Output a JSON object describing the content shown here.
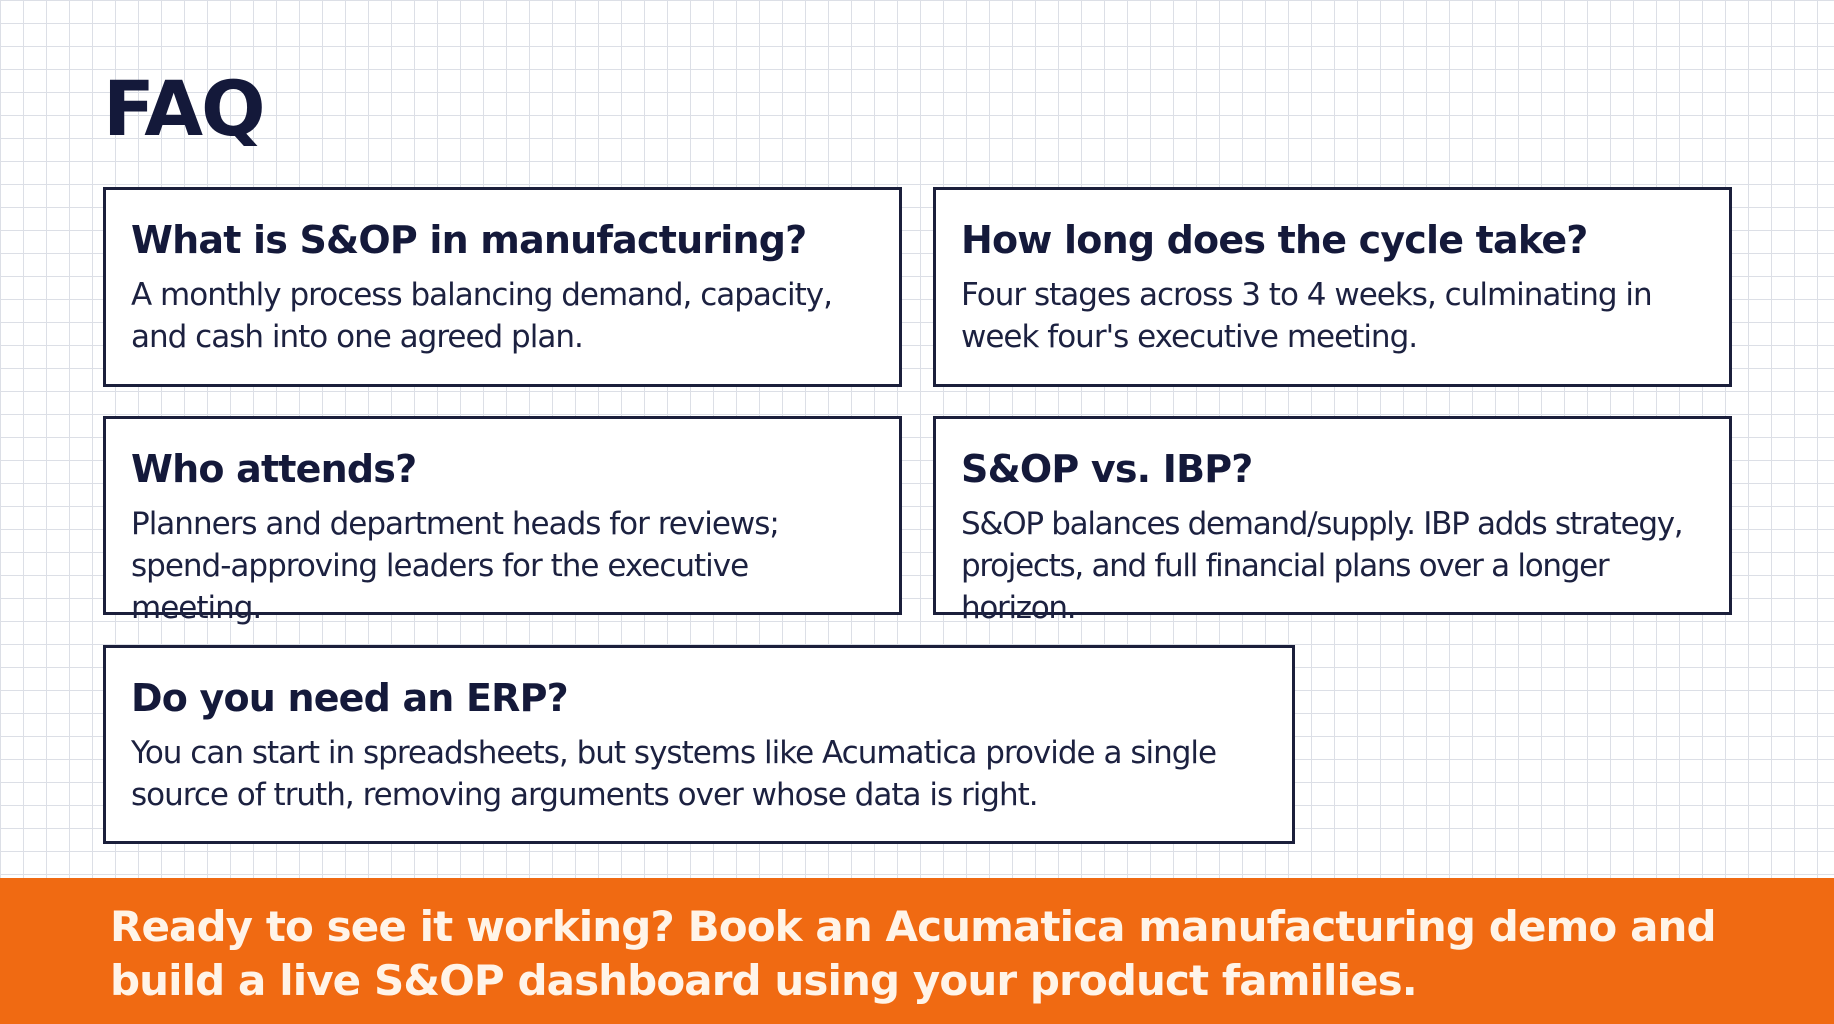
{
  "page": {
    "title": "FAQ"
  },
  "faq": [
    {
      "question": "What is S&OP in manufacturing?",
      "answer": "A monthly process balancing demand, capacity, and cash into one agreed plan."
    },
    {
      "question": "How long does the cycle take?",
      "answer": "Four stages across 3 to 4 weeks, culminating in week four's executive meeting."
    },
    {
      "question": "Who attends?",
      "answer": "Planners and department heads for reviews; spend-approving leaders for the executive meeting."
    },
    {
      "question": "S&OP vs. IBP?",
      "answer": "S&OP balances demand/supply. IBP adds strategy, projects, and full financial plans over a longer horizon."
    },
    {
      "question": "Do you need an ERP?",
      "answer": "You can start in spreadsheets, but systems like Acumatica provide a single source of truth, removing arguments over whose data is right."
    }
  ],
  "cta": {
    "text": "Ready to see it working? Book an Acumatica manufacturing demo and build a live S&OP dashboard using your product families."
  },
  "colors": {
    "accent": "#f06a12",
    "ink": "#14193a",
    "grid": "#dcdfe6"
  }
}
